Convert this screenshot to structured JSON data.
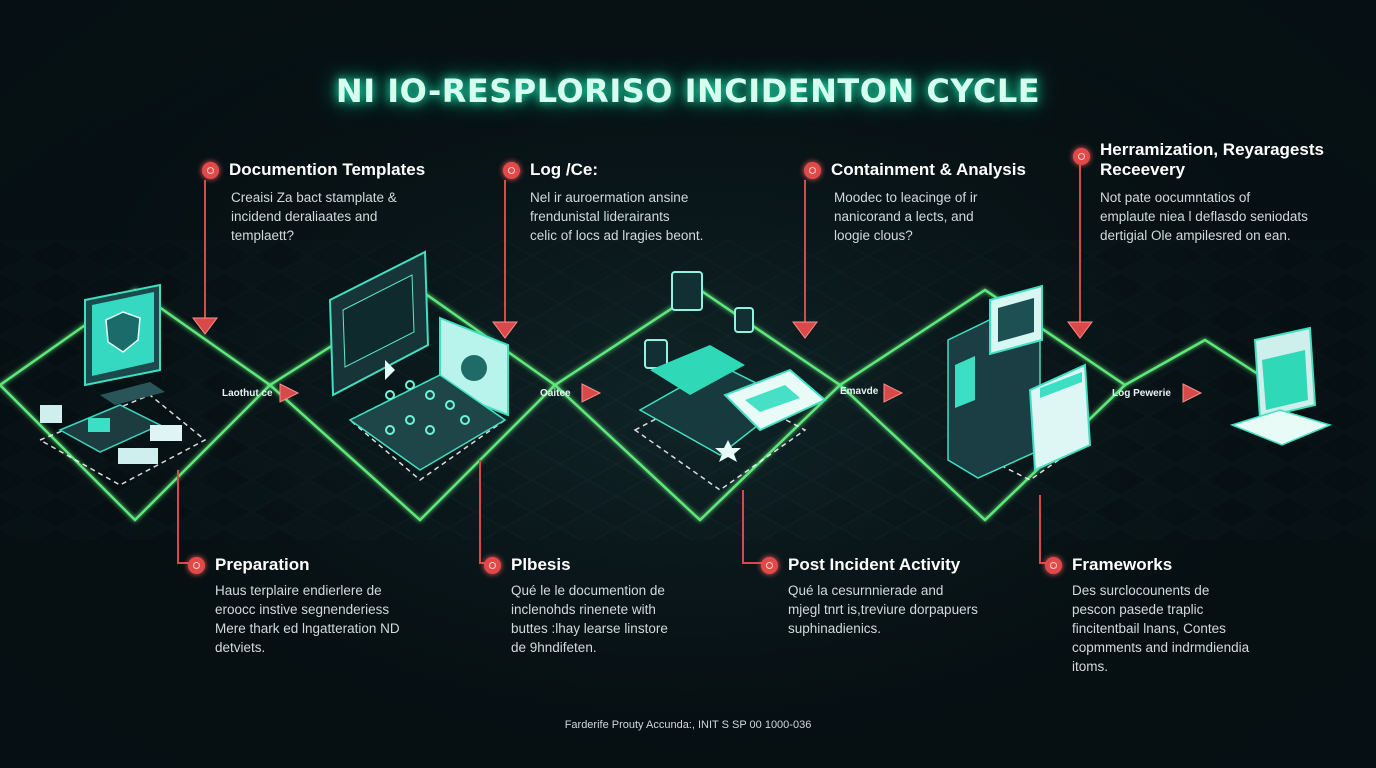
{
  "title": "NI IO-RESPLORISO INCIDENTON CYCLE",
  "top_cards": [
    {
      "heading": "Documention Templates",
      "lines": [
        "Creaisi Za bact stamplate &",
        "incidend deraliaates and",
        "templaett?"
      ]
    },
    {
      "heading": "Log /Ce:",
      "lines": [
        "Nel ir auroermation ansine",
        "frendunistal liderairants",
        "celic of locs ad lragies beont."
      ]
    },
    {
      "heading": "Containment & Analysis",
      "lines": [
        "Moodec to leacinge of ir",
        "nanicorand a lects, and",
        "loogie clous?"
      ]
    },
    {
      "heading_lines": [
        "Herramization, Reyaragests",
        "Receevery"
      ],
      "lines": [
        "Not pate oocumntatios of",
        "emplaute niea l deflasdo seniodats",
        "dertigial Ole ampilesred on ean."
      ]
    }
  ],
  "bottom_cards": [
    {
      "heading": "Preparation",
      "lines": [
        "Haus terplaire endierlere de",
        "eroocc instive segnenderiess",
        "Mere thark ed lngatteration ND",
        "detviets."
      ]
    },
    {
      "heading": "Plbesis",
      "lines": [
        "Qué le le documention de",
        "inclenohds rinenete with",
        "buttes :lhay learse linstore",
        "de 9hndifeten."
      ]
    },
    {
      "heading": "Post Incident Activity",
      "lines": [
        "Qué la cesurnnierade and",
        "mjegl tnrt is,treviure dorpapuers",
        "suphinadienics."
      ]
    },
    {
      "heading": "Frameworks",
      "lines": [
        "Des surclocounents de",
        "pescon pasede traplic",
        "fincitentbail lnans, Contes",
        "copmments and indrmdiendia",
        "itoms."
      ]
    }
  ],
  "node_labels": [
    "Laothut ce",
    "Oaitee",
    "Emavde",
    "Log Pewerie"
  ],
  "footer": "Farderife Prouty Accunda:, INIT S SP 00 1000-036",
  "colors": {
    "accent": "#2ee6b6",
    "line": "#5fe87a",
    "badge": "#e24a4a",
    "background": "#0b1a1e"
  }
}
